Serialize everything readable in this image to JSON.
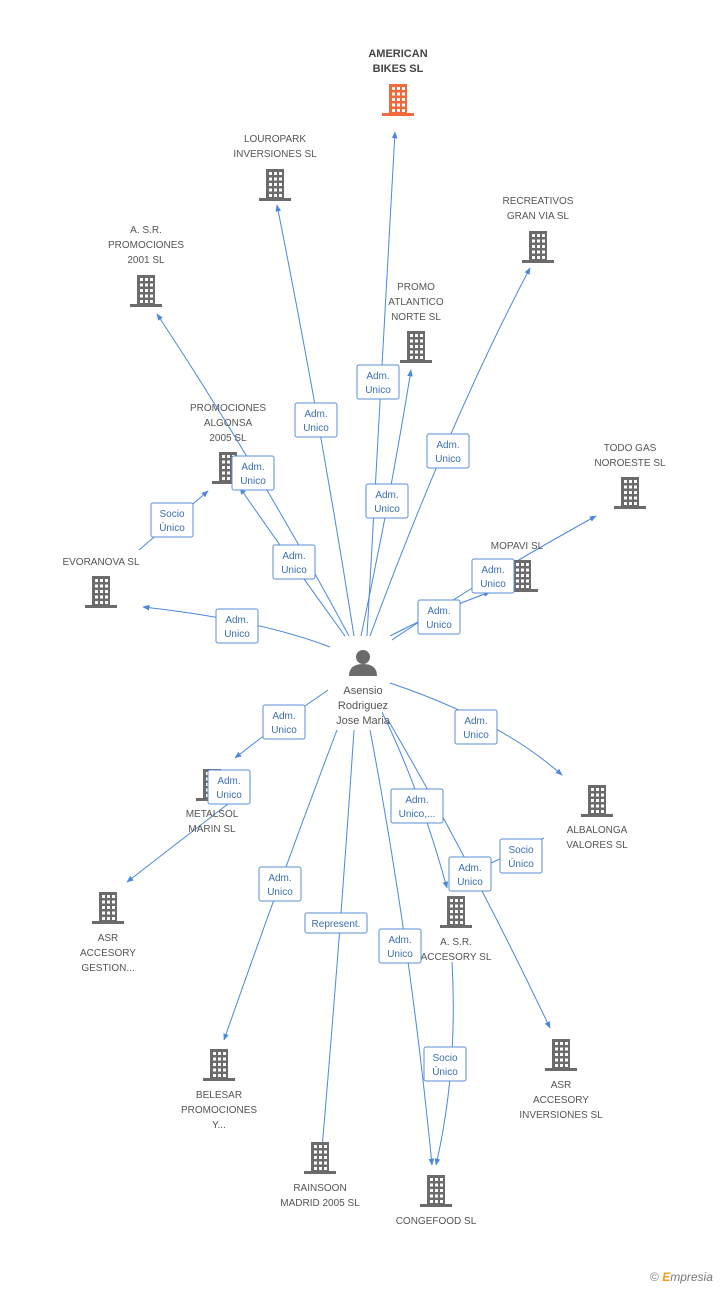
{
  "colors": {
    "edge": "#4a88db",
    "building": "#6b6b6b",
    "highlight": "#f26a3c",
    "person": "#6b6b6b"
  },
  "person": {
    "lines": [
      "Asensio",
      "Rodriguez",
      "Jose Maria"
    ],
    "icon": "person-icon"
  },
  "nodes": [
    {
      "id": "american-bikes",
      "lines": [
        "AMERICAN",
        "BIKES SL"
      ],
      "highlight": true
    },
    {
      "id": "louropark",
      "lines": [
        "LOUROPARK",
        "INVERSIONES SL"
      ]
    },
    {
      "id": "recreativos",
      "lines": [
        "RECREATIVOS",
        "GRAN VIA SL"
      ]
    },
    {
      "id": "asr-promociones-2001",
      "lines": [
        "A.  S.R.",
        "PROMOCIONES",
        "2001 SL"
      ]
    },
    {
      "id": "promo-atlantico",
      "lines": [
        "PROMO",
        "ATLANTICO",
        "NORTE SL"
      ]
    },
    {
      "id": "promociones-algonsa",
      "lines": [
        "PROMOCIONES",
        "ALGONSA",
        "2005 SL"
      ]
    },
    {
      "id": "todo-gas",
      "lines": [
        "TODO GAS",
        "NOROESTE SL"
      ]
    },
    {
      "id": "evoranova",
      "lines": [
        "EVORANOVA SL"
      ]
    },
    {
      "id": "mopavi",
      "lines": [
        "MOPAVI SL"
      ]
    },
    {
      "id": "metalsol",
      "lines": [
        "METALSOL",
        "MARIN SL"
      ]
    },
    {
      "id": "albalonga",
      "lines": [
        "ALBALONGA",
        "VALORES SL"
      ]
    },
    {
      "id": "asr-accesory-gestion",
      "lines": [
        "ASR",
        "ACCESORY",
        "GESTION..."
      ]
    },
    {
      "id": "asr-accesory",
      "lines": [
        "A. S.R.",
        "ACCESORY SL"
      ]
    },
    {
      "id": "belesar",
      "lines": [
        "BELESAR",
        "PROMOCIONES",
        "Y..."
      ]
    },
    {
      "id": "asr-accesory-inversiones",
      "lines": [
        "ASR",
        "ACCESORY",
        "INVERSIONES SL"
      ]
    },
    {
      "id": "rainsoon",
      "lines": [
        "RAINSOON",
        "MADRID 2005 SL"
      ]
    },
    {
      "id": "congefood",
      "lines": [
        "CONGEFOOD SL"
      ]
    }
  ],
  "edges": [
    {
      "from": "person",
      "to": "american-bikes",
      "label": [
        "Adm.",
        "Unico"
      ]
    },
    {
      "from": "person",
      "to": "louropark",
      "label": [
        "Adm.",
        "Unico"
      ]
    },
    {
      "from": "person",
      "to": "recreativos",
      "label": [
        "Adm.",
        "Unico"
      ]
    },
    {
      "from": "person",
      "to": "asr-promociones-2001",
      "label": [
        "Adm.",
        "Unico"
      ]
    },
    {
      "from": "person",
      "to": "promo-atlantico",
      "label": [
        "Adm.",
        "Unico"
      ]
    },
    {
      "from": "person",
      "to": "promociones-algonsa",
      "label": [
        "Adm.",
        "Unico"
      ]
    },
    {
      "from": "evoranova",
      "to": "promociones-algonsa",
      "label": [
        "Socio",
        "Único"
      ]
    },
    {
      "from": "person",
      "to": "evoranova",
      "label": [
        "Adm.",
        "Unico"
      ]
    },
    {
      "from": "person",
      "to": "mopavi",
      "label": [
        "Adm.",
        "Unico"
      ]
    },
    {
      "from": "person",
      "to": "todo-gas",
      "label": [
        "Adm.",
        "Unico"
      ]
    },
    {
      "from": "person",
      "to": "metalsol",
      "label": [
        "Adm.",
        "Unico"
      ]
    },
    {
      "from": "metalsol",
      "to": "asr-accesory-gestion",
      "label": [
        "Adm.",
        "Unico"
      ]
    },
    {
      "from": "person",
      "to": "albalonga",
      "label": [
        "Adm.",
        "Unico"
      ]
    },
    {
      "from": "person",
      "to": "asr-accesory",
      "label": [
        "Adm.",
        "Unico,..."
      ]
    },
    {
      "from": "albalonga",
      "to": "asr-accesory",
      "label": [
        "Socio",
        "Único"
      ]
    },
    {
      "from": "person",
      "to": "asr-accesory-inversiones",
      "label": [
        "Adm.",
        "Unico"
      ]
    },
    {
      "from": "person",
      "to": "belesar",
      "label": [
        "Adm.",
        "Unico"
      ]
    },
    {
      "from": "person",
      "to": "rainsoon",
      "label": [
        "Represent."
      ]
    },
    {
      "from": "person",
      "to": "congefood",
      "label": [
        "Adm.",
        "Unico"
      ]
    },
    {
      "from": "asr-accesory",
      "to": "congefood",
      "label": [
        "Socio",
        "Único"
      ]
    }
  ],
  "copyright": {
    "symbol": "©",
    "brand_initial": "E",
    "brand_rest": "mpresia"
  }
}
